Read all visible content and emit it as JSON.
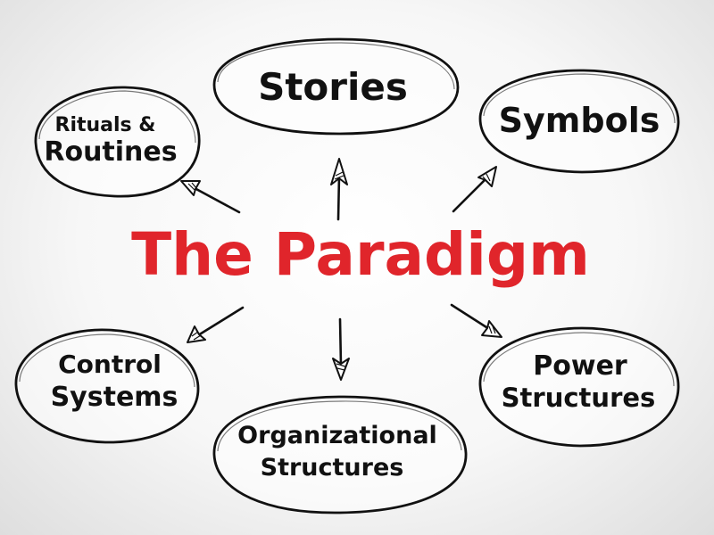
{
  "center": {
    "title": "The Paradigm",
    "color": "#e0252b"
  },
  "nodes": {
    "stories": {
      "label": "Stories"
    },
    "rituals_routines": {
      "line1": "Rituals &",
      "line2": "Routines"
    },
    "symbols": {
      "label": "Symbols"
    },
    "control_systems": {
      "line1": "Control",
      "line2": "Systems"
    },
    "organizational_structures": {
      "line1": "Organizational",
      "line2": "Structures"
    },
    "power_structures": {
      "line1": "Power",
      "line2": "Structures"
    }
  }
}
